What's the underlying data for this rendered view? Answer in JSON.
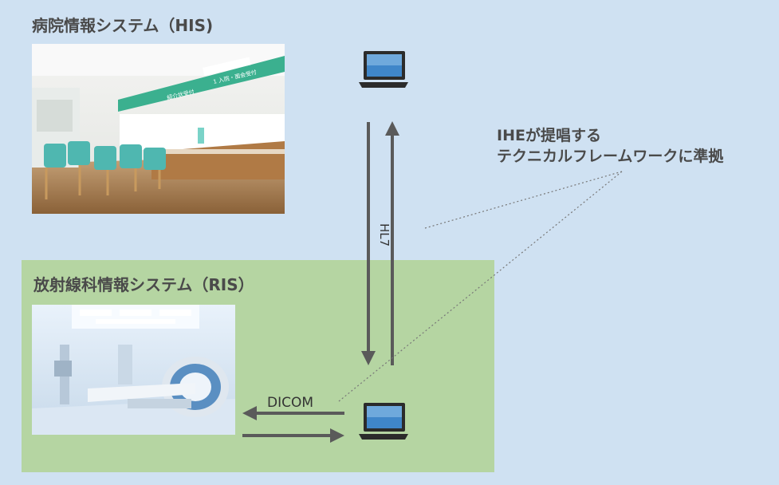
{
  "his": {
    "title": "病院情報システム（HIS)"
  },
  "ris": {
    "title": "放射線科情報システム（RIS）"
  },
  "links": {
    "hl7": "HL7",
    "dicom": "DICOM"
  },
  "ihe": {
    "line1": "IHEが提唱する",
    "line2": "テクニカルフレームワークに準拠"
  },
  "lobby_sign": {
    "section1": "紹介状受付",
    "section2": "入院・面会受付",
    "number": "1"
  },
  "colors": {
    "background": "#cfe1f2",
    "ris_box": "#b5d5a2",
    "arrow": "#5a5a5a",
    "text": "#4a4a4a"
  }
}
